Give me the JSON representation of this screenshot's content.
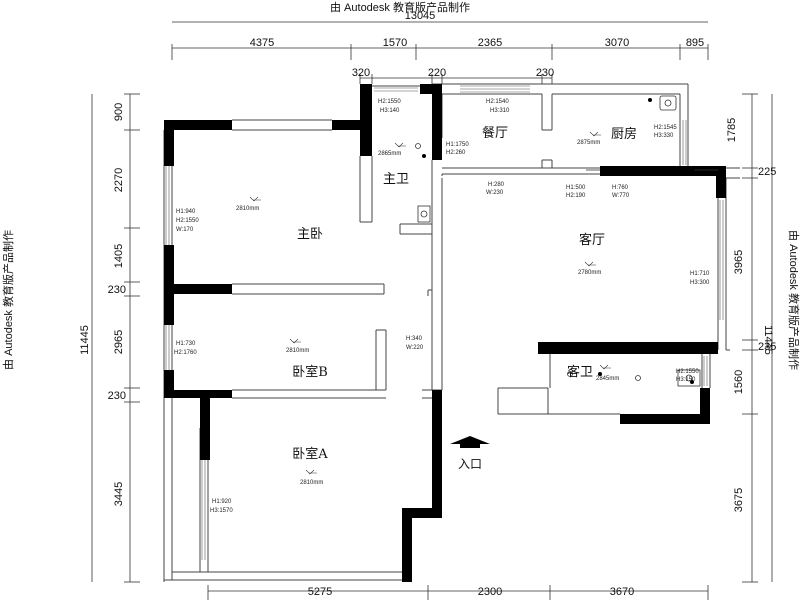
{
  "watermark": "由 Autodesk 教育版产品制作",
  "top_overall": "13045",
  "top_dims": [
    "4375",
    "1570",
    "2365",
    "3070",
    "895"
  ],
  "top_sub_dims": [
    "320",
    "220",
    "230"
  ],
  "bottom_dims": [
    "5275",
    "2300",
    "3670"
  ],
  "left_overall": "11445",
  "left_dims": [
    "900",
    "2270",
    "1405",
    "230",
    "2965",
    "230",
    "3445"
  ],
  "right_overall": "11445",
  "right_dims": [
    "1785",
    "225",
    "3965",
    "235",
    "1560",
    "3675"
  ],
  "rooms": {
    "master_bath": "主卫",
    "dining": "餐厅",
    "kitchen": "厨房",
    "master_bedroom": "主卧",
    "living": "客厅",
    "bedroom_b": "卧室B",
    "guest_bath": "客卫",
    "bedroom_a": "卧室A"
  },
  "entrance": "入口",
  "annotations": {
    "mb_window_h": "H2:1550",
    "mb_window_h3": "H3:140",
    "mb_door_h1": "H1:1750",
    "mb_door_h2": "H2:260",
    "mb_ceiling": "2865mm",
    "dining_h2": "H2:1540",
    "dining_h3": "H3:310",
    "kitchen_h2": "H2:1545",
    "kitchen_h3": "H3:330",
    "kitchen_ceiling": "2875mm",
    "mbr_h1": "H1:940",
    "mbr_h2": "H2:1550",
    "mbr_w": "W:170",
    "mbr_ceiling": "2810mm",
    "pass_h": "H:280",
    "pass_w": "W:230",
    "lv_h1": "H1:500",
    "lv_h2": "H2:190",
    "lv_h3": "H:760",
    "lv_w": "W:770",
    "living_ceiling": "2780mm",
    "living_win_h1": "H1:710",
    "living_win_h3": "H3:300",
    "corridor_h": "H:340",
    "corridor_w": "W:220",
    "bb_h1": "H1:730",
    "bb_h2": "H2:1760",
    "bb_ceiling": "2810mm",
    "gb_h2": "H2:1550",
    "gb_h3": "H3:150",
    "gb_ceiling": "2845mm",
    "ba_ceiling": "2810mm",
    "ba_h1": "H1:920",
    "ba_h3": "H3:1570"
  }
}
